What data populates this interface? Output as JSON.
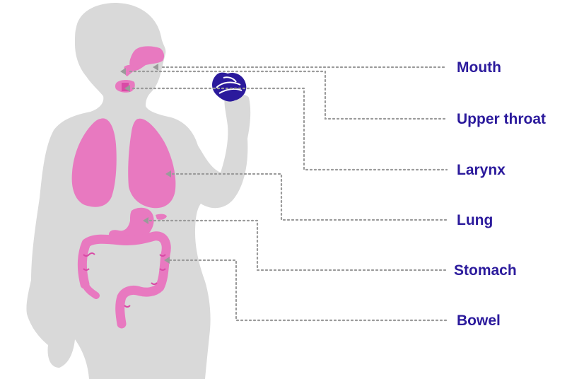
{
  "colors": {
    "body": "#d9d9d9",
    "organ": "#e879c0",
    "organ_dark": "#d94aa6",
    "label": "#2b1a9c",
    "virus": "#2b1a9c",
    "leader": "#9a9a9a"
  },
  "labels": [
    {
      "id": "mouth",
      "text": "Mouth",
      "organ": "mouth"
    },
    {
      "id": "upper-throat",
      "text": "Upper throat",
      "organ": "upper-throat"
    },
    {
      "id": "larynx",
      "text": "Larynx",
      "organ": "larynx"
    },
    {
      "id": "lung",
      "text": "Lung",
      "organ": "lungs"
    },
    {
      "id": "stomach",
      "text": "Stomach",
      "organ": "stomach"
    },
    {
      "id": "bowel",
      "text": "Bowel",
      "organ": "bowel"
    }
  ],
  "icons": {
    "virus": "virus-ball-icon"
  }
}
